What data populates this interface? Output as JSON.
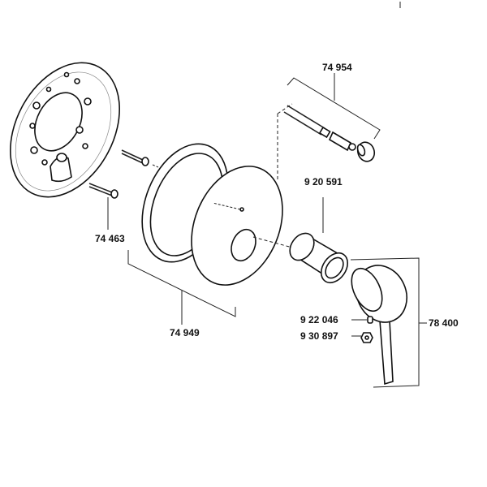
{
  "diagram": {
    "type": "exploded parts diagram",
    "part_labels": [
      {
        "id": "cover",
        "number": "74 954"
      },
      {
        "id": "valve-body",
        "number": "9 20 591"
      },
      {
        "id": "screws",
        "number": "74 463"
      },
      {
        "id": "escutcheon",
        "number": "74 949"
      },
      {
        "id": "handle",
        "number": "78 400"
      },
      {
        "id": "set-screw",
        "number": "9 22 046"
      },
      {
        "id": "nut",
        "number": "9 30 897"
      }
    ]
  },
  "colors": {
    "line": "#111111",
    "part_fill": "#ffffff",
    "shade": "#888888"
  }
}
